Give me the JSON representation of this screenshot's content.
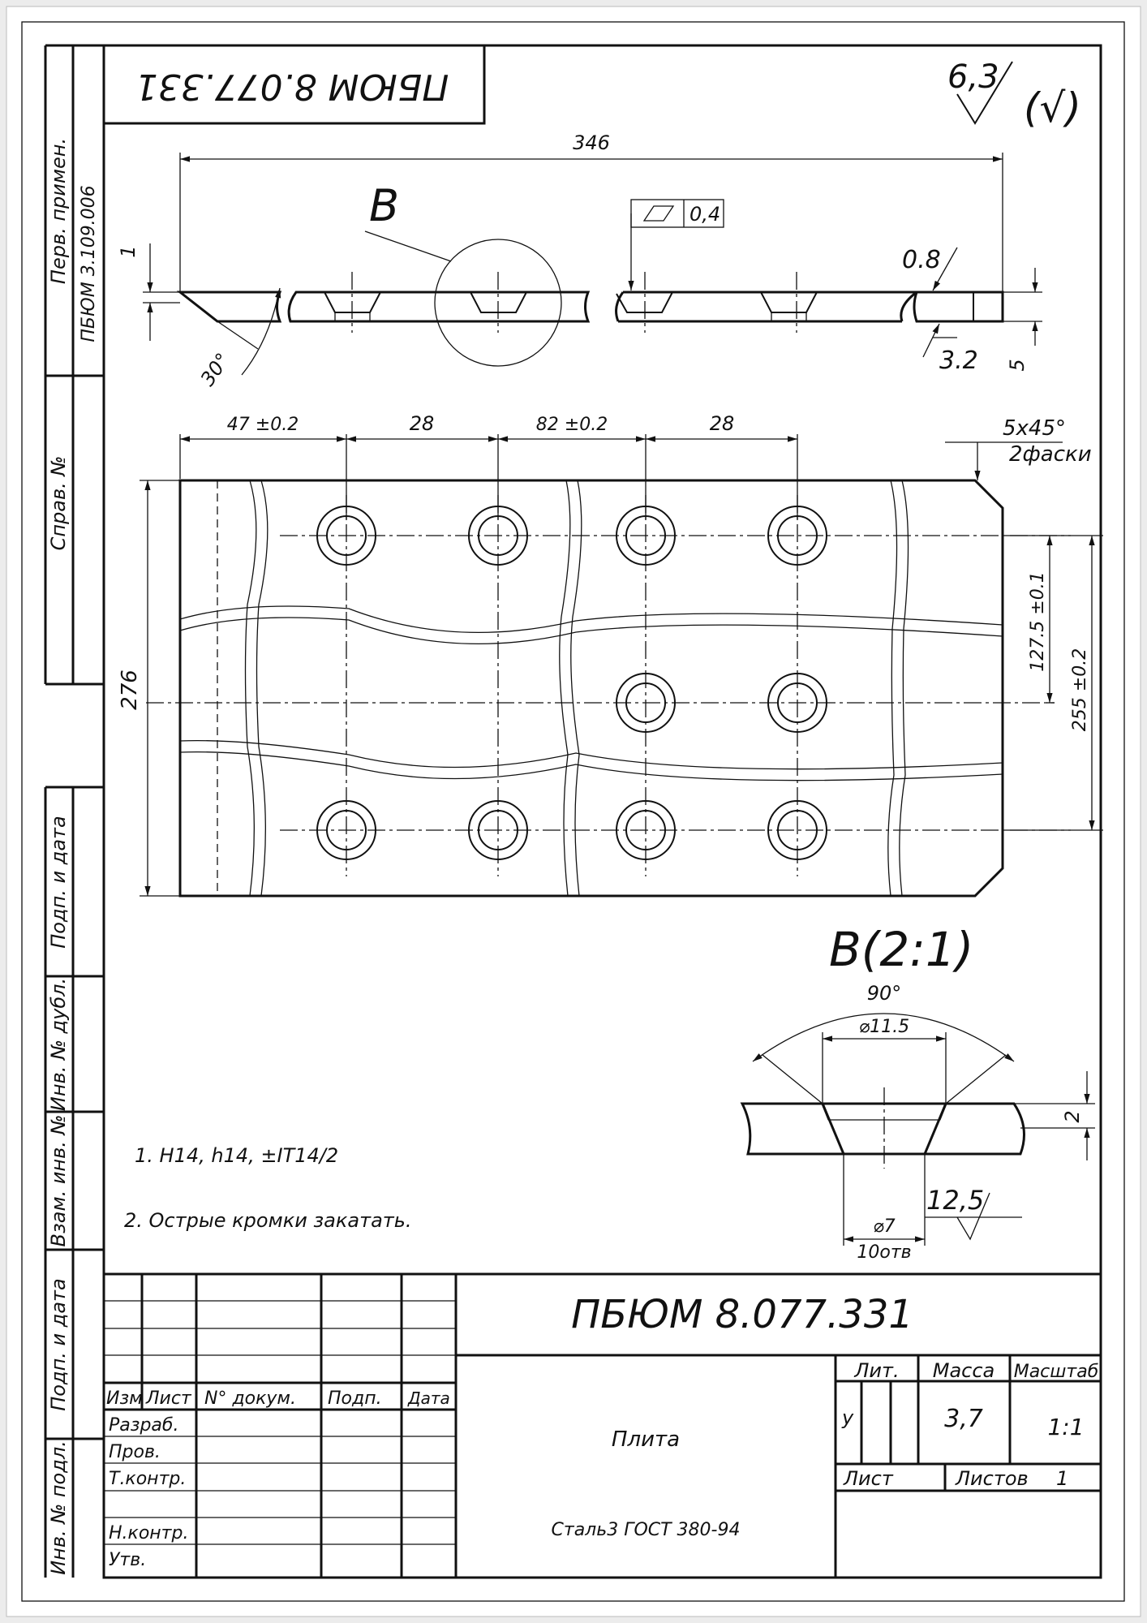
{
  "sheet": {
    "designation": "ПБЮМ 8.077.331",
    "designation_rotated": "ПБЮМ 8.077.331",
    "roughness_main": "6,3",
    "roughness_bracket": "(√)"
  },
  "side_strip": {
    "perv_primen_label": "Перв. примен.",
    "perv_primen_value": "ПБЮМ 3.109.006",
    "sprav_label": "Справ. №",
    "podp_data_1": "Подп. и дата",
    "inv_dubl": "Инв. № дубл.",
    "vzam_inv": "Взам. инв. №",
    "podp_data_2": "Подп. и дата",
    "inv_podl": "Инв. № подл."
  },
  "side_view": {
    "length": "346",
    "thickness_left": "1",
    "angle": "30°",
    "detail_letter": "B",
    "flatness_value": "0,4",
    "chamfer_top": "0.8",
    "chamfer_bottom": "3.2",
    "thickness_right": "5"
  },
  "plan_view": {
    "dim_1": "47 ±0.2",
    "dim_2": "28",
    "dim_3": "82 ±0.2",
    "dim_4": "28",
    "chamfer": "5x45°",
    "chamfer_count": "2фаски",
    "height": "276",
    "dim_half": "127.5 ±0.1",
    "dim_full": "255 ±0.2"
  },
  "detail": {
    "title": "B(2:1)",
    "angle": "90°",
    "top_diameter": "⌀11.5",
    "depth": "2",
    "hole_diameter": "⌀7",
    "hole_count": "10отв",
    "roughness": "12,5"
  },
  "notes": [
    "1. H14, h14, ±IT14/2",
    "2. Острые кромки закатать."
  ],
  "title_block": {
    "designation": "ПБЮМ 8.077.331",
    "part_name": "Плита",
    "material": "Сталь3 ГОСТ 380-94",
    "col_izm": "Изм",
    "col_list": "Лист",
    "col_doc": "N° докум.",
    "col_podp": "Подп.",
    "col_data": "Дата",
    "row_razrab": "Разраб.",
    "row_prov": "Пров.",
    "row_tkontr": "Т.контр.",
    "row_nkontr": "Н.контр.",
    "row_utv": "Утв.",
    "lit_label": "Лит.",
    "lit_value": "у",
    "mass_label": "Масса",
    "mass_value": "3,7",
    "scale_label": "Масштаб",
    "scale_value": "1:1",
    "sheet_label": "Лист",
    "sheets_label": "Листов",
    "sheets_value": "1"
  }
}
